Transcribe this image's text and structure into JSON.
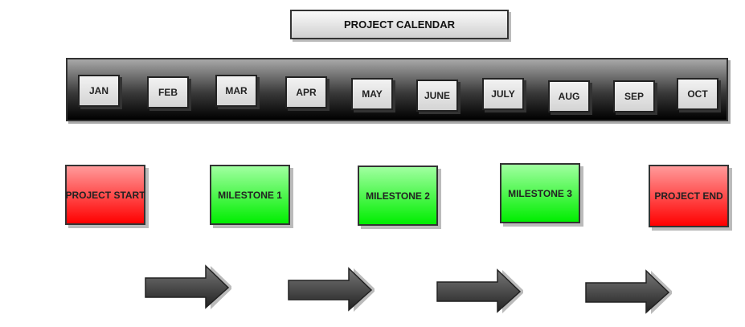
{
  "title": "PROJECT CALENDAR",
  "months": [
    "JAN",
    "FEB",
    "MAR",
    "APR",
    "MAY",
    "JUNE",
    "JULY",
    "AUG",
    "SEP",
    "OCT"
  ],
  "stages": [
    {
      "label": "PROJECT START",
      "color": "#ff0000"
    },
    {
      "label": "MILESTONE 1",
      "color": "#00ee00"
    },
    {
      "label": "MILESTONE 2",
      "color": "#00ee00"
    },
    {
      "label": "MILESTONE 3",
      "color": "#00ee00"
    },
    {
      "label": "PROJECT END",
      "color": "#ff0000"
    }
  ]
}
